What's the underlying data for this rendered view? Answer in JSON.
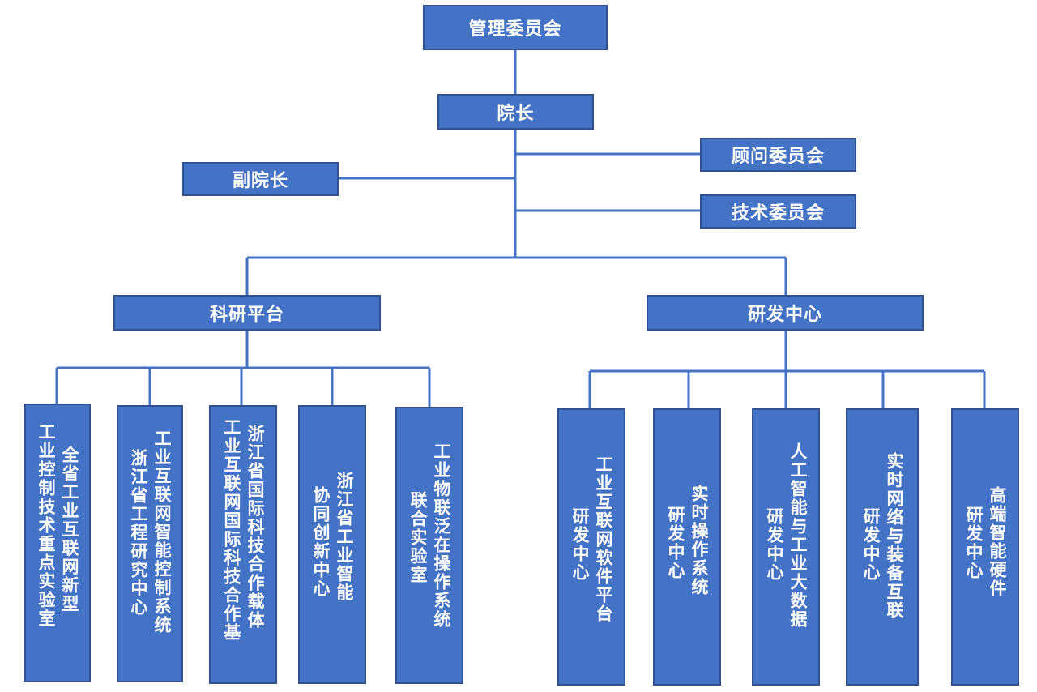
{
  "colors": {
    "box_fill": "#4472C4",
    "box_border": "#2F528F",
    "line": "#4472C4",
    "text": "#FFFFFF"
  },
  "top": {
    "management_committee": "管理委员会",
    "president": "院长",
    "vice_president": "副院长",
    "advisory_committee": "顾问委员会",
    "technical_committee": "技术委员会"
  },
  "research_platform": {
    "title": "科研平台",
    "units": [
      {
        "col1": "全省工业互联网新型",
        "col2": "工业控制技术重点实验室"
      },
      {
        "col1": "工业互联网智能控制系统",
        "col2": "浙江省工程研究中心"
      },
      {
        "col1": "浙江省国际科技合作载体",
        "col2": "工业互联网国际科技合作基"
      },
      {
        "col1": "浙江省工业智能",
        "col2": "协同创新中心"
      },
      {
        "col1": "工业物联泛在操作系统",
        "col2": "联合实验室"
      }
    ]
  },
  "rd_center": {
    "title": "研发中心",
    "units": [
      {
        "col1": "工业互联网软件平台",
        "col2": "研发中心"
      },
      {
        "col1": "实时操作系统",
        "col2": "研发中心"
      },
      {
        "col1": "人工智能与工业大数据",
        "col2": "研发中心"
      },
      {
        "col1": "实时网络与装备互联",
        "col2": "研发中心"
      },
      {
        "col1": "高端智能硬件",
        "col2": "研发中心"
      }
    ]
  }
}
